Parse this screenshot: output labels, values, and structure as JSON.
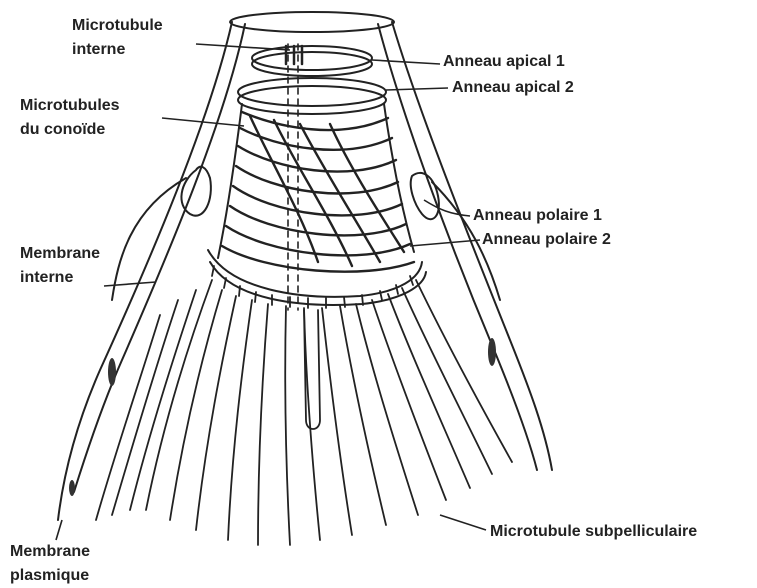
{
  "labels": {
    "microtubule_interne": [
      "Microtubule",
      "interne"
    ],
    "microtubules_conoide": [
      "Microtubules",
      "du conoïde"
    ],
    "membrane_interne": [
      "Membrane",
      "interne"
    ],
    "membrane_plasmique": [
      "Membrane",
      "plasmique"
    ],
    "anneau_apical_1": "Anneau apical 1",
    "anneau_apical_2": "Anneau apical 2",
    "anneau_polaire_1": "Anneau polaire 1",
    "anneau_polaire_2": "Anneau polaire 2",
    "microtubule_subpelliculaire": "Microtubule subpelliculaire"
  },
  "colors": {
    "ink": "#222222",
    "fill_dark": "#333333",
    "background": "#ffffff"
  }
}
